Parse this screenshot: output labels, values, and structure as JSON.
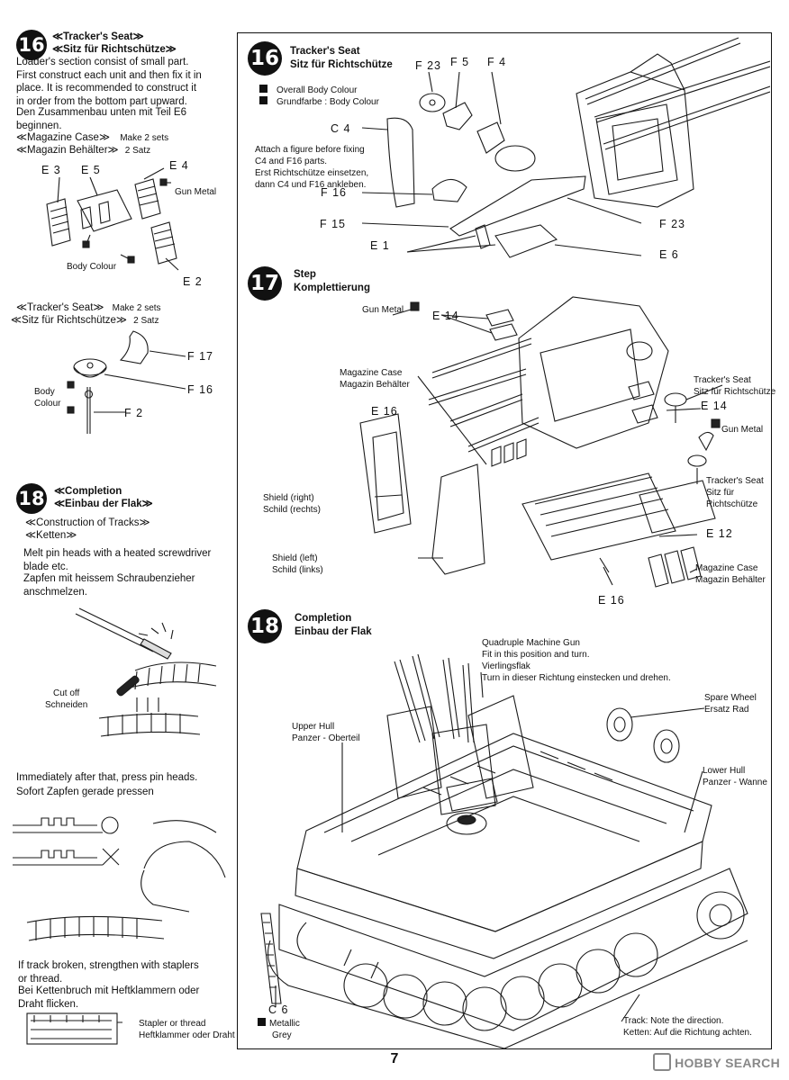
{
  "left_column": {
    "step16": {
      "number": "16",
      "title_en": "≪Tracker's Seat≫",
      "title_de": "≪Sitz für Richtschütze≫",
      "text_en": [
        "Loader's section consist of small part.",
        "First construct each unit and then fix it in",
        "place. It is recommended to construct it",
        "in order from the bottom part upward."
      ],
      "text_de": [
        "Den Zusammenbau unten mit Teil E6",
        "beginnen."
      ],
      "magazine_title_en": "≪Magazine Case≫",
      "magazine_make_en": "Make 2 sets",
      "magazine_title_de": "≪Magazin Behälter≫",
      "magazine_make_de": "2 Satz",
      "parts": {
        "e3": "E 3",
        "e5": "E 5",
        "e4": "E 4",
        "e2": "E 2"
      },
      "paint_gun_metal": "Gun Metal",
      "paint_body_colour": "Body Colour",
      "seat_title_en": "≪Tracker's Seat≫",
      "seat_make_en": "Make 2 sets",
      "seat_title_de": "≪Sitz für Richtschütze≫",
      "seat_make_de": "2 Satz",
      "seat_parts": {
        "f17": "F 17",
        "f16": "F 16",
        "f2": "F 2"
      },
      "seat_paint": [
        "Body",
        "Colour"
      ]
    },
    "step18": {
      "number": "18",
      "title_en": "≪Completion",
      "title_de": "≪Einbau der Flak≫",
      "tracks_en": "≪Construction of Tracks≫",
      "tracks_de": "≪Ketten≫",
      "melt_en": [
        "Melt pin heads with a heated screwdriver",
        "blade etc."
      ],
      "melt_de": [
        "Zapfen mit heissem Schraubenzieher",
        "anschmelzen."
      ],
      "cut_off": [
        "Cut off",
        "Schneiden"
      ],
      "press_en": "Immediately after that, press pin heads.",
      "press_de": "Sofort   Zapfen gerade pressen",
      "broken_en": [
        "If track broken, strengthen with staplers",
        "or thread."
      ],
      "broken_de": [
        "Bei Kettenbruch mit Heftklammern oder",
        "Draht flicken."
      ],
      "stapler": [
        "Stapler or thread",
        "Heftklammer oder Draht"
      ]
    }
  },
  "main": {
    "step16": {
      "number": "16",
      "title_en": "Tracker's Seat",
      "title_de": "Sitz für Richtschütze",
      "colour_en": "Overall Body Colour",
      "colour_de": "Grundfarbe : Body Colour",
      "note": [
        "Attach a figure before fixing",
        "C4 and F16 parts.",
        "Erst Richtschütze einsetzen,",
        "dann C4 und F16 ankleben."
      ],
      "parts": {
        "f23a": "F 23",
        "f5": "F 5",
        "f4": "F 4",
        "c4": "C 4",
        "f16": "F 16",
        "f15": "F 15",
        "e1": "E 1",
        "f23b": "F 23",
        "e6": "E 6"
      }
    },
    "step17": {
      "number": "17",
      "title_en": "Step",
      "title_de": "Komplettierung",
      "gun_metal": "Gun Metal",
      "e14a": "E 14",
      "magazine": [
        "Magazine Case",
        "Magazin Behälter"
      ],
      "trackers_seat": [
        "Tracker's Seat",
        "Sitz für Richtschütze"
      ],
      "e14b": "E 14",
      "gun_metal_b": "Gun Metal",
      "e16a": "E 16",
      "trackers_seat_b": [
        "Tracker's Seat",
        "Sitz für",
        "Richtschütze"
      ],
      "shield_right": [
        "Shield (right)",
        "Schild (rechts)"
      ],
      "e12": "E 12",
      "shield_left": [
        "Shield (left)",
        "Schild (links)"
      ],
      "magazine_b": [
        "Magazine Case",
        "Magazin Behälter"
      ],
      "e16b": "E 16"
    },
    "step18": {
      "number": "18",
      "title_en": "Completion",
      "title_de": "Einbau der Flak",
      "quad": [
        "Quadruple Machine Gun",
        "Fit in this position and turn.",
        "Vierlingsflak",
        "Turn in dieser Richtung einstecken und drehen."
      ],
      "spare_wheel": [
        "Spare Wheel",
        "Ersatz Rad"
      ],
      "upper_hull": [
        "Upper Hull",
        "Panzer - Oberteil"
      ],
      "lower_hull": [
        "Lower Hull",
        "Panzer - Wanne"
      ],
      "c6": "C 6",
      "c6_paint": [
        "Metallic",
        "Grey"
      ],
      "track_note": [
        "Track: Note the direction.",
        "Ketten: Auf die Richtung achten."
      ]
    }
  },
  "page_number": "7",
  "watermark": "HOBBY SEARCH"
}
